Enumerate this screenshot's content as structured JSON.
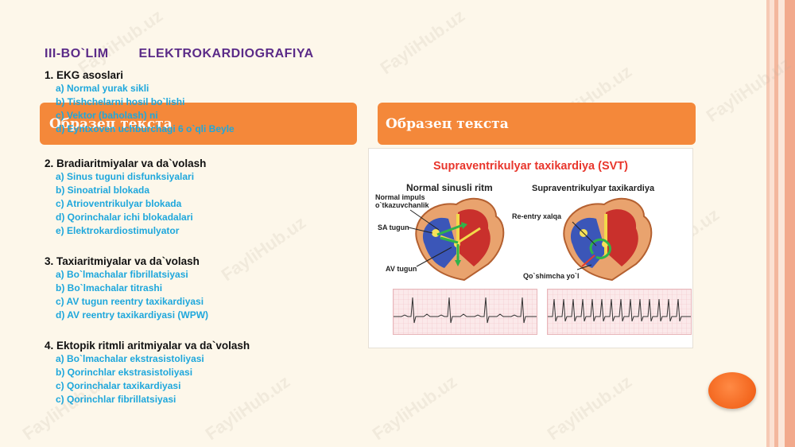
{
  "header": {
    "section_roman": "III-BO`LIM",
    "section_title": "ELEKTROKARDIOGRAFIYA"
  },
  "placeholders": {
    "left": "Образец текста",
    "right": "Образец текста"
  },
  "outline": [
    {
      "title": "1. EKG asoslari",
      "items": [
        "a) Normal yurak sikli",
        "b) Tishchelarni hosil bo`lishi",
        "c) Vektor (baholash) ni",
        "d) Eyntxoven uchburchagi 6 o`qli Beyle"
      ]
    },
    {
      "title": "2. Bradiaritmiyalar va da`volash",
      "items": [
        "a) Sinus tuguni disfunksiyalari",
        "b) Sinoatrial blokada",
        "c) Atrioventrikulyar blokada",
        "d) Qorinchalar ichi blokadalari",
        "e) Elektrokardiostimulyator"
      ]
    },
    {
      "title": "3. Taxiaritmiyalar va da`volash",
      "items": [
        "a) Bo`lmachalar fibrillatsiyasi",
        "b) Bo`lmachalar titrashi",
        "c) AV tugun reentry taxikardiyasi",
        "d) AV reentry taxikardiyasi (WPW)"
      ]
    },
    {
      "title": "4. Ektopik ritmli aritmiyalar va da`volash",
      "items": [
        "a) Bo`lmachalar ekstrasistoliyasi",
        "b) Qorinchlar ekstrasistoliyasi",
        "c) Qorinchalar taxikardiyasi",
        "c) Qorinchlar fibrillatsiyasi"
      ]
    }
  ],
  "figure": {
    "title": "Supraventrikulyar taxikardiya (SVT)",
    "left_heading": "Normal sinusli ritm",
    "right_heading": "Supraventrikulyar taxikardiya",
    "label_impulse_1": "Normal impuls",
    "label_impulse_2": "o`tkazuvchanlik",
    "label_sa": "SA tugun",
    "label_av": "AV tugun",
    "label_reentry": "Re-entry xalqa",
    "label_accessory": "Qo`shimcha yo`l"
  },
  "watermark": "FayliHub.uz",
  "colors": {
    "title": "#5b2b88",
    "accent_bar": "#f4883a",
    "outline_item": "#1ea7dc",
    "figure_title": "#e8362c"
  }
}
